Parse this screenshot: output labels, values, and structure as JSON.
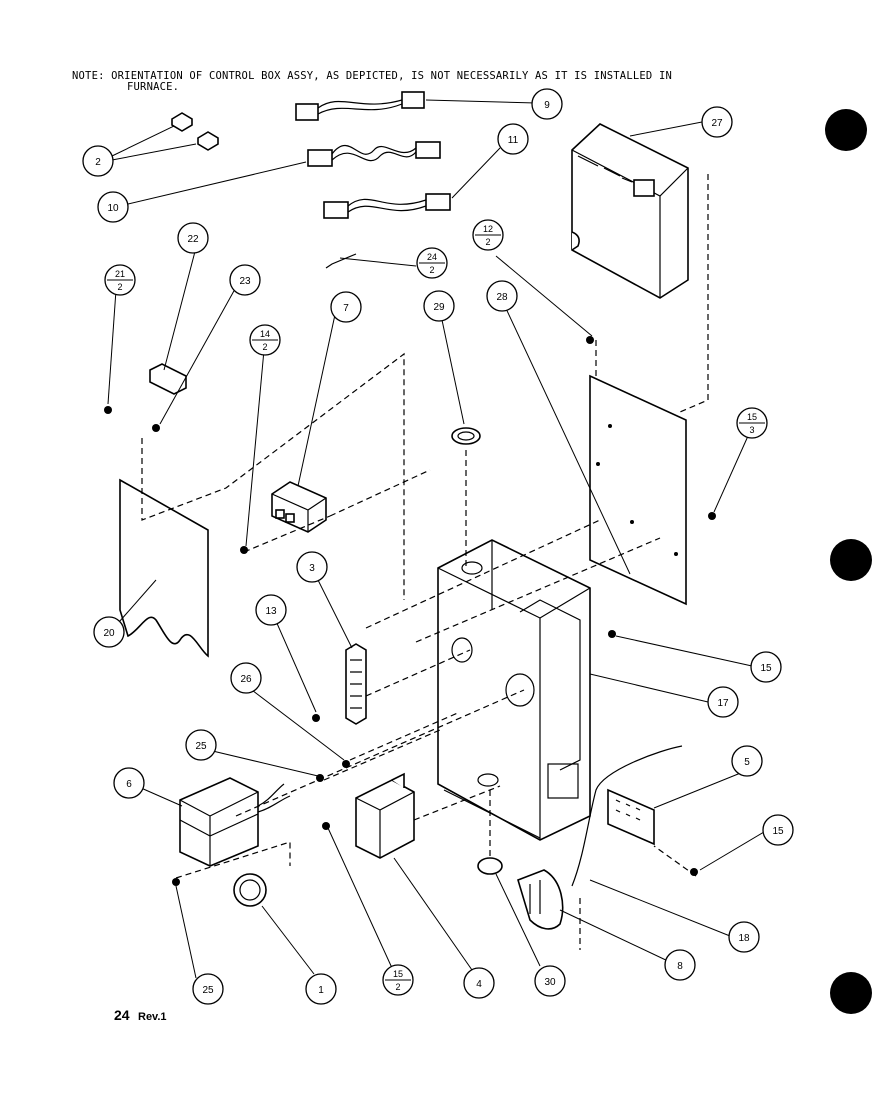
{
  "note": {
    "line1": "NOTE:  ORIENTATION OF CONTROL BOX ASSY, AS DEPICTED, IS NOT NECESSARILY AS IT IS INSTALLED IN",
    "line2": "FURNACE."
  },
  "callouts": {
    "c1": "1",
    "c2": "2",
    "c3": "3",
    "c4": "4",
    "c5": "5",
    "c6": "6",
    "c7": "7",
    "c8": "8",
    "c9": "9",
    "c10": "10",
    "c11": "11",
    "c13": "13",
    "c15a": "15",
    "c15b": "15",
    "c17": "17",
    "c18": "18",
    "c20": "20",
    "c22": "22",
    "c23": "23",
    "c25a": "25",
    "c25b": "25",
    "c26": "26",
    "c27": "27",
    "c28": "28",
    "c29": "29",
    "c30": "30"
  },
  "fraction_callouts": {
    "f21_2": {
      "top": "21",
      "bottom": "2"
    },
    "f14_2": {
      "top": "14",
      "bottom": "2"
    },
    "f12_2": {
      "top": "12",
      "bottom": "2"
    },
    "f24_2": {
      "top": "24",
      "bottom": "2"
    },
    "f15_3": {
      "top": "15",
      "bottom": "3"
    },
    "f15_2": {
      "top": "15",
      "bottom": "2"
    }
  },
  "footer": {
    "page": "24",
    "rev": "Rev.1"
  },
  "colors": {
    "ink": "#000000",
    "paper": "#ffffff"
  }
}
